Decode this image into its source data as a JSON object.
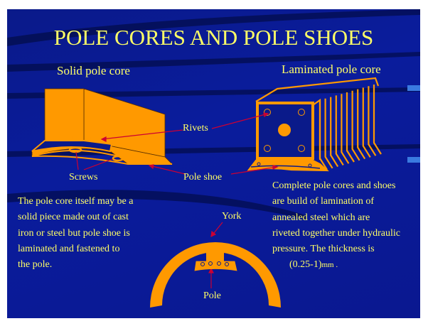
{
  "slide": {
    "title": "POLE CORES AND POLE SHOES",
    "left_heading": "Solid pole core",
    "right_heading": "Laminated pole core",
    "labels": {
      "rivets": "Rivets",
      "screws": "Screws",
      "pole_shoe": "Pole shoe",
      "york": "York",
      "pole": "Pole"
    },
    "left_text": [
      "The pole core itself may be a",
      "solid piece made out of cast",
      "iron or steel but pole shoe is",
      "laminated and fastened to",
      "the pole."
    ],
    "right_text": [
      "Complete pole cores and shoes",
      "are build of lamination of",
      "annealed steel which are",
      "riveted together under hydraulic",
      "pressure. The thickness is"
    ],
    "thickness": "(0.25-1)",
    "thickness_unit": "mm ."
  },
  "colors": {
    "background": "#0a1a8a",
    "text": "#ffff66",
    "shape": "#ff9900",
    "arrow": "#cc0033"
  }
}
